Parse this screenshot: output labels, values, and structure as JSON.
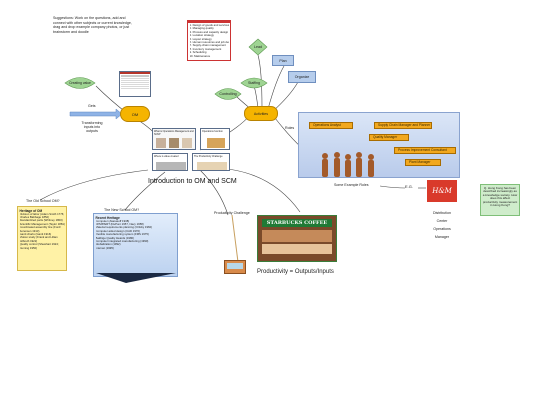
{
  "canvas": {
    "background": "#ffffff"
  },
  "colors": {
    "leaf": "#9fd493",
    "hub_orange": "#f5b400",
    "panel_blue": "#c9d8f0",
    "old_school": "#fff2a6",
    "new_school": "#cfe0f7",
    "starbucks_green": "#1f7a35",
    "coffee_frame": "#3a7d3a",
    "flag_orange": "#f2a81e",
    "hm_red": "#d93a2b",
    "question_green": "#cfeccb",
    "line": "#444444"
  },
  "suggestion_note": "Suggestions: Work on the questions, add and connect with other subjects or current knowledge, drag and drop example company photos, or just brainstorm and doodle",
  "nodes": {
    "creating_value": "Creating value",
    "om": "OM",
    "gets": "Gets",
    "transforming": "Transforming inputs into outputs",
    "activities": "Activities",
    "staffing": "Staffing",
    "controlling": "Controlling",
    "lead": "Lead",
    "plan": "Plan",
    "organize": "Organize",
    "roles": "Roles",
    "intro": "Introduction to OM and SCM",
    "old_school": "The Old School OM?",
    "new_school": "The New School OM?",
    "productivity_challenge": "Productivity Challenge",
    "productivity_formula": "Productivity = Outputs/Inputs",
    "some_example_roles": "Some Example Roles",
    "eg": "E.G.",
    "hm_logo": "H&M"
  },
  "activities_list": [
    "1. Design of goods and services",
    "2. Managing quality",
    "3. Process and capacity design",
    "4. Location strategy",
    "5. Layout strategy",
    "6. Human resources and job design",
    "7. Supply-chain management",
    "8. Inventory management",
    "9. Scheduling",
    "10. Maintenance"
  ],
  "roles": [
    "Operations Analyst",
    "Supply Chain Manager and Planner",
    "Quality Manager",
    "Process Improvement Consultant",
    "Plant Manager"
  ],
  "hm_roles": [
    "Distribution",
    "Center",
    "Operations",
    "Manager"
  ],
  "question": "Q. Hong Kong has been described increasingly as a knowledge society. How does this affect productivity measurement in Hong Kong?",
  "old_school_list": {
    "heading": "Heritage of OM",
    "items": [
      "Division of labor (Adam Smith 1776;",
      "Charles Babbage 1852)",
      "Standardized parts (Whitney 1800)",
      "Scientific Management (Taylor 1881)",
      "Coordinated assembly line (Ford/",
      "Sorensen 1913)",
      "Gantt charts (Gantt 1916)",
      "Motion study (Frank and Lillian",
      "Gilbreth 1922)",
      "Quality control (Shewhart 1924;",
      "Deming 1950)"
    ]
  },
  "new_school_list": {
    "heading": "Recent Heritage",
    "items": [
      "Computer (Atanasoff 1938)",
      "CPM/PERT (DuPont 1957, Navy 1958)",
      "Material requirements planning (Orlicky 1960)",
      "Computer aided design (CAD 1970)",
      "Flexible manufacturing system (FMS 1975)",
      "Baldrige Quality Awards (1980)",
      "Computer integrated manufacturing (1990)",
      "Globalization (1992)",
      "Internet (1995)"
    ]
  },
  "collage_captions": {
    "c1": "What is Operations Management and SCM?",
    "c2": "Operations function",
    "c3": "Where is value created",
    "c4": "The Productivity Challenge"
  },
  "starbucks_sign": "STARBUCKS COFFEE"
}
